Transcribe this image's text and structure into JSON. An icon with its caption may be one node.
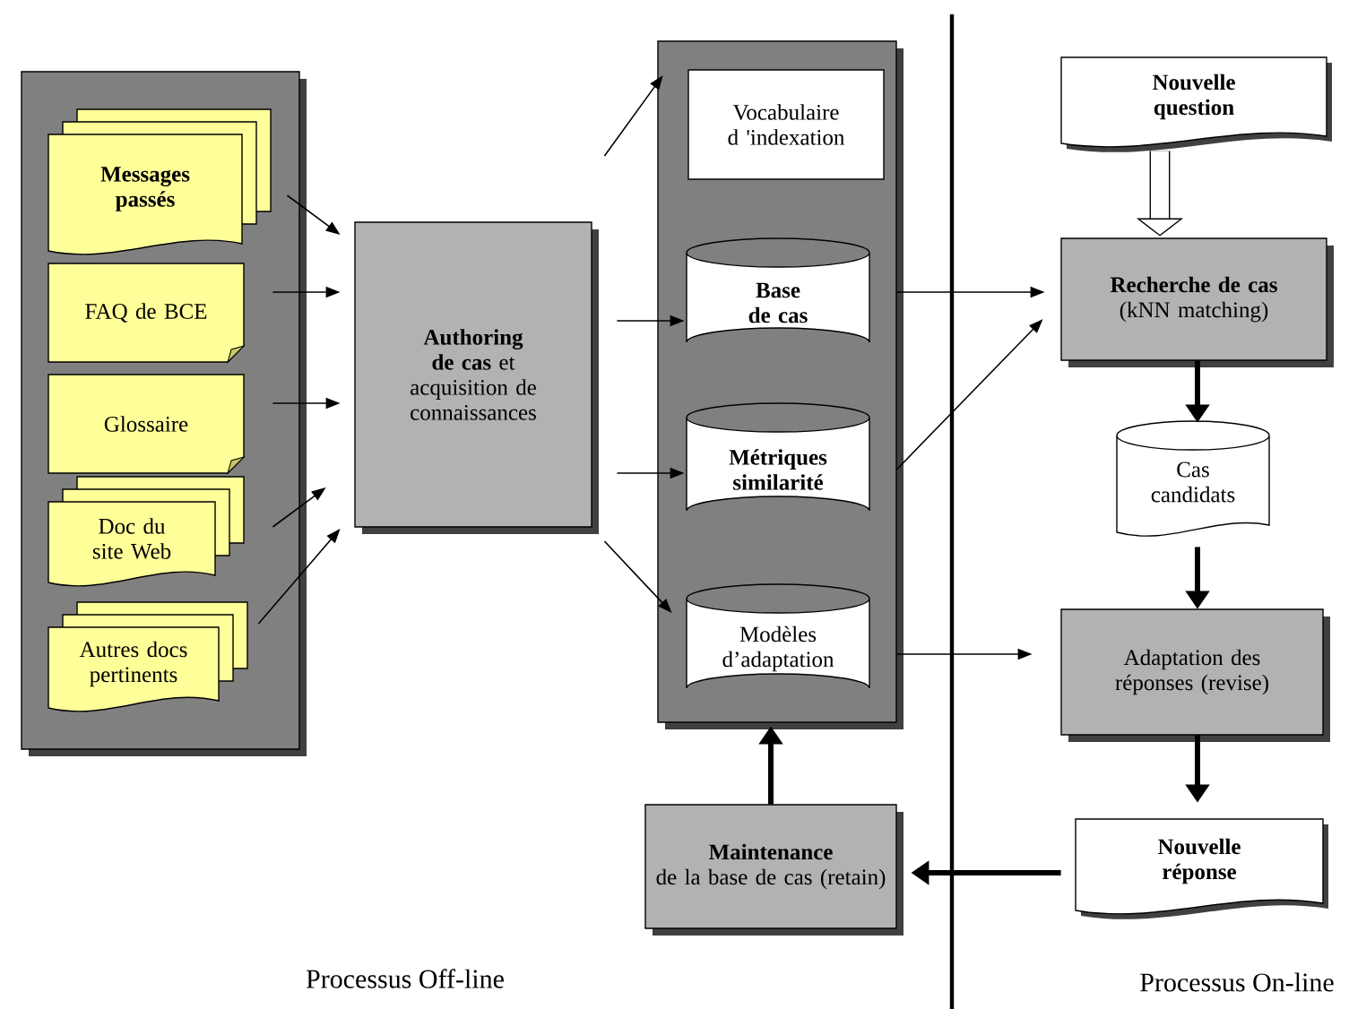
{
  "diagram": {
    "nodes": [
      {
        "text": [],
        "shape": "box"
      },
      {
        "text": [
          "Messages passés"
        ],
        "in": 0
      },
      {
        "text": [
          "FAQ de BCE"
        ],
        "in": 0
      },
      {
        "text": [
          "Glossaire"
        ],
        "in": 0
      },
      {
        "text": [
          "Doc du site Web"
        ],
        "in": 0
      },
      {
        "text": [
          "Autres docs pertinents"
        ],
        "in": 0
      },
      {
        "text": [
          "**Authoring de cas** et acquisition de connaissances"
        ]
      },
      {
        "text": [],
        "shape": "box"
      },
      {
        "text": [
          "Vocabulaire d 'indexation"
        ],
        "in": 7
      },
      {
        "text": [
          "Base de cas"
        ],
        "in": 7
      },
      {
        "text": [
          "Métriques similarité"
        ],
        "in": 7
      },
      {
        "text": [
          "Modèles d’adaptation"
        ],
        "in": 7
      },
      {
        "text": [
          "Nouvelle question"
        ]
      },
      {
        "text": [
          "Recherche de cas",
          "(kNN matching)"
        ]
      },
      {
        "text": [
          "Cas candidats"
        ]
      },
      {
        "text": [
          "Adaptation des réponses (revise)"
        ]
      },
      {
        "text": [
          "Nouvelle réponse"
        ]
      },
      {
        "text": [
          "Maintenance",
          "de la base de cas (retain)"
        ]
      }
    ],
    "edges": [
      {
        "from": 1,
        "to": 6,
        "arrow": "to"
      },
      {
        "from": 2,
        "to": 6,
        "arrow": "to"
      },
      {
        "from": 3,
        "to": 6,
        "arrow": "to"
      },
      {
        "from": 4,
        "to": 6,
        "arrow": "to"
      },
      {
        "from": 5,
        "to": 6,
        "arrow": "to"
      },
      {
        "from": 6,
        "to": 8,
        "arrow": "to"
      },
      {
        "from": 6,
        "to": 9,
        "arrow": "to"
      },
      {
        "from": 6,
        "to": 10,
        "arrow": "to"
      },
      {
        "from": 6,
        "to": 11,
        "arrow": "to"
      },
      {
        "from": 9,
        "to": 13,
        "arrow": "to"
      },
      {
        "from": 10,
        "to": 13,
        "arrow": "to"
      },
      {
        "from": 11,
        "to": 15,
        "arrow": "to"
      },
      {
        "from": 12,
        "to": 13,
        "arrow": "to",
        "style": "thick"
      },
      {
        "from": 13,
        "to": 14,
        "arrow": "to",
        "style": "thick"
      },
      {
        "from": 14,
        "to": 15,
        "arrow": "to",
        "style": "thick"
      },
      {
        "from": 15,
        "to": 16,
        "arrow": "to",
        "style": "thick"
      },
      {
        "from": 16,
        "to": 17,
        "arrow": "to",
        "style": "thick"
      },
      {
        "from": 17,
        "to": 7,
        "arrow": "to",
        "style": "thick"
      }
    ],
    "labels": [
      "Processus Off-line",
      "Processus On-line"
    ]
  }
}
